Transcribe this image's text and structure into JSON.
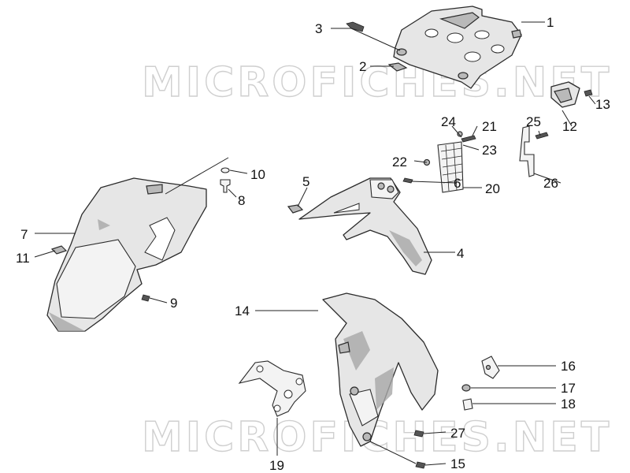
{
  "watermark": {
    "text": "MICROFICHES.NET"
  },
  "callouts": [
    {
      "id": "1",
      "label": "1"
    },
    {
      "id": "2",
      "label": "2"
    },
    {
      "id": "3",
      "label": "3"
    },
    {
      "id": "4",
      "label": "4"
    },
    {
      "id": "5",
      "label": "5"
    },
    {
      "id": "6",
      "label": "6"
    },
    {
      "id": "7",
      "label": "7"
    },
    {
      "id": "8",
      "label": "8"
    },
    {
      "id": "9",
      "label": "9"
    },
    {
      "id": "10",
      "label": "10"
    },
    {
      "id": "11",
      "label": "11"
    },
    {
      "id": "12",
      "label": "12"
    },
    {
      "id": "13",
      "label": "13"
    },
    {
      "id": "14",
      "label": "14"
    },
    {
      "id": "15",
      "label": "15"
    },
    {
      "id": "16",
      "label": "16"
    },
    {
      "id": "17",
      "label": "17"
    },
    {
      "id": "18",
      "label": "18"
    },
    {
      "id": "19",
      "label": "19"
    },
    {
      "id": "20",
      "label": "20"
    },
    {
      "id": "21",
      "label": "21"
    },
    {
      "id": "22",
      "label": "22"
    },
    {
      "id": "23",
      "label": "23"
    },
    {
      "id": "24",
      "label": "24"
    },
    {
      "id": "25",
      "label": "25"
    },
    {
      "id": "26",
      "label": "26"
    },
    {
      "id": "27",
      "label": "27"
    }
  ]
}
